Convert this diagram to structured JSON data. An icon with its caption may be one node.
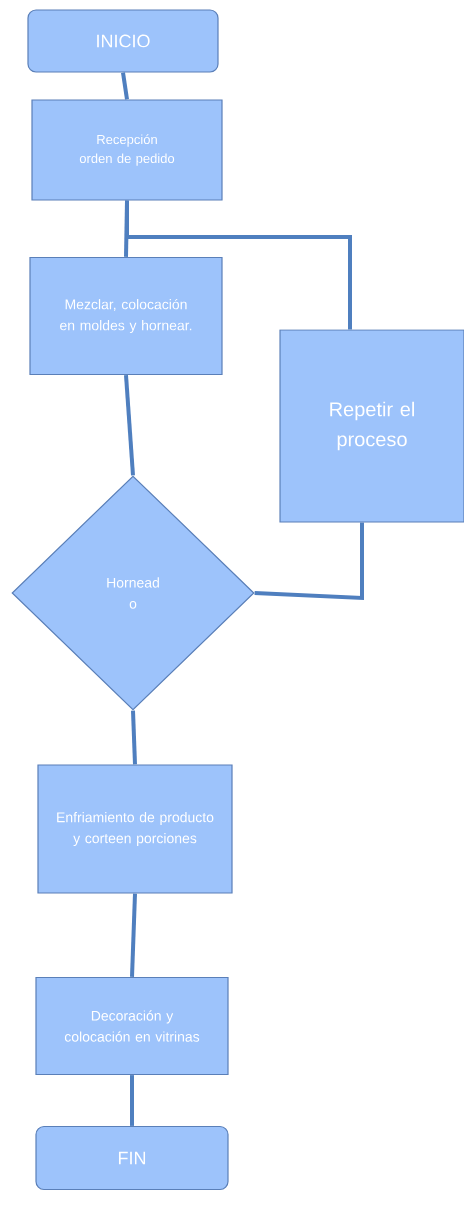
{
  "diagram": {
    "nodes": [
      {
        "text": [
          "INICIO"
        ]
      },
      {
        "text": [
          "Recepción orden de pedido"
        ]
      },
      {
        "text": [
          "Mezclar, colocación en moldes y hornear."
        ]
      },
      {
        "text": [
          "Repetir el proceso"
        ]
      },
      {
        "text": [
          "Hornead o"
        ]
      },
      {
        "text": [
          "Enfriamiento de producto y corteen porciones"
        ]
      },
      {
        "text": [
          "Decoración y colocación en vitrinas"
        ]
      },
      {
        "text": [
          "FIN"
        ]
      }
    ],
    "edges": [
      {
        "from": 0,
        "to": 1,
        "arrow": "none"
      },
      {
        "from": 1,
        "to": 2,
        "arrow": "none"
      },
      {
        "from": 1,
        "to": 3,
        "arrow": "none"
      },
      {
        "from": 2,
        "to": 4,
        "arrow": "none"
      },
      {
        "from": 4,
        "to": 3,
        "arrow": "none"
      },
      {
        "from": 4,
        "to": 5,
        "arrow": "none"
      },
      {
        "from": 5,
        "to": 6,
        "arrow": "none"
      },
      {
        "from": 6,
        "to": 7,
        "arrow": "none"
      }
    ]
  }
}
